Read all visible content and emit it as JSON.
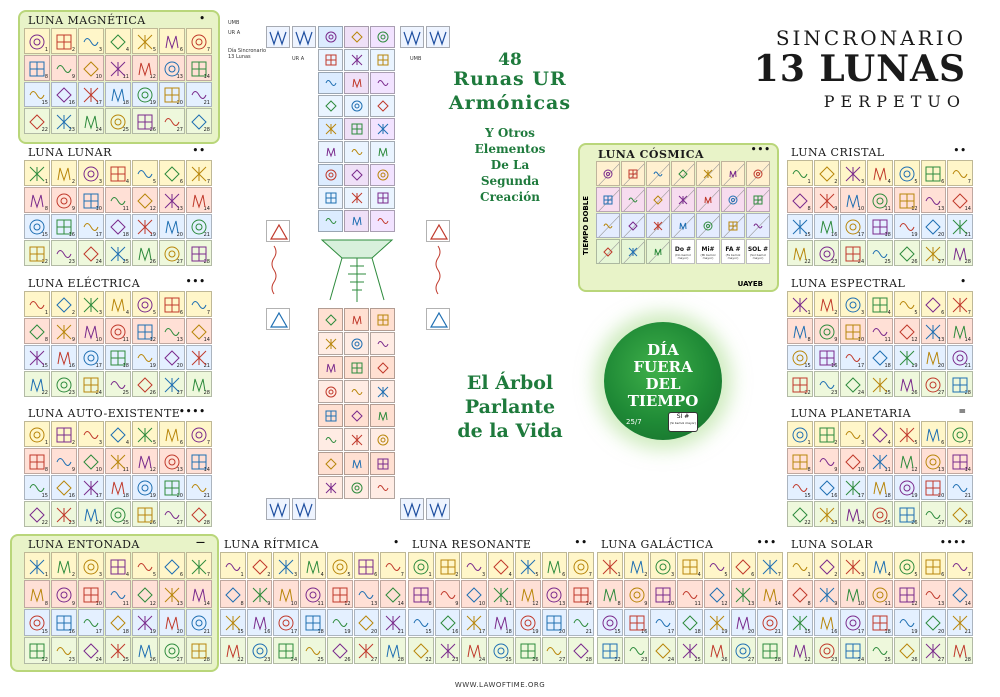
{
  "header": {
    "line1": "SINCRONARIO",
    "line2": "13 LUNAS",
    "line3": "PERPETUO"
  },
  "runes": {
    "number": "48",
    "line1": "Runas UR",
    "line2": "Armónicas",
    "sub1": "Y Otros",
    "sub2": "Elementos",
    "sub3": "De La",
    "sub4": "Segunda",
    "sub5": "Creación"
  },
  "tree_title": {
    "line1": "El Árbol",
    "line2": "Parlante",
    "line3": "de la Vida"
  },
  "day_out": {
    "line1": "DÍA",
    "line2": "FUERA",
    "line3": "DEL",
    "line4": "TIEMPO",
    "date": "25/7",
    "note": "SI #",
    "note_sub": "(Si bemol mayor)"
  },
  "annotations": {
    "umb": "UMB",
    "ur_a": "UR A",
    "sync_day": "Día Sincronario 13 Lunas",
    "ur_a_left": "UR A",
    "umb_right": "UMB"
  },
  "cosmic": {
    "title": "LUNA CÓSMICA",
    "dots": "•••",
    "side_label": "TIEMPO DOBLE",
    "uayeb": "UAYEB",
    "notes": [
      "Do #",
      "Mi#",
      "FA #",
      "SOL #"
    ],
    "note_subs": [
      "(Do bemol mayor)",
      "(Mi bemol mayor)",
      "(Fa bemol mayor)",
      "(Sol bemol mayor)"
    ]
  },
  "moons": [
    {
      "name": "LUNA MAGNÉTICA",
      "dots": "•"
    },
    {
      "name": "LUNA LUNAR",
      "dots": "••"
    },
    {
      "name": "LUNA ELÉCTRICA",
      "dots": "•••"
    },
    {
      "name": "LUNA AUTO-EXISTENTE",
      "dots": "••••"
    },
    {
      "name": "LUNA ENTONADA",
      "dots": "—"
    },
    {
      "name": "LUNA RÍTMICA",
      "dots": "•"
    },
    {
      "name": "LUNA RESONANTE",
      "dots": "••"
    },
    {
      "name": "LUNA GALÁCTICA",
      "dots": "•••"
    },
    {
      "name": "LUNA SOLAR",
      "dots": "••••"
    },
    {
      "name": "LUNA PLANETARIA",
      "dots": "="
    },
    {
      "name": "LUNA ESPECTRAL",
      "dots": "•"
    },
    {
      "name": "LUNA CRISTAL",
      "dots": "••"
    }
  ],
  "footer": "WWW.LAWOFTIME.ORG",
  "colors": {
    "title_green": "#1e7a3c",
    "week_yellow": "#fff6c9",
    "week_red": "#ffe0d6",
    "week_blue": "#e4f0ff",
    "week_green": "#eef8dc",
    "panel_green": "#e8f3c8"
  }
}
